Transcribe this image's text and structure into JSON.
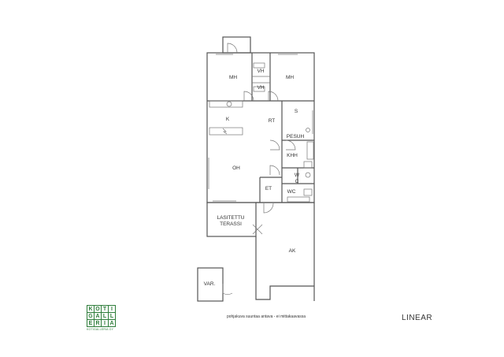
{
  "rooms": {
    "mh_left": "MH",
    "mh_right": "MH",
    "vh_top": "VH",
    "vh_bottom": "VH",
    "k": "K",
    "rt": "RT",
    "s": "S",
    "pesuh": "PESUH",
    "khh": "KHH",
    "oh": "OH",
    "wc_upper_w": "W",
    "wc_upper_c": "C",
    "et": "ET",
    "wc_lower": "WC",
    "terrace_line1": "LASITETTU",
    "terrace_line2": "TERASSI",
    "ak": "AK",
    "var": "VAR."
  },
  "caption": "pohjakuva suuntaa antava - ei mittakaavassa",
  "brand": "LINEAR",
  "logo": {
    "letters": [
      "K",
      "O",
      "T",
      "I",
      "G",
      "A",
      "L",
      "L",
      "E",
      "R",
      "I",
      "A"
    ],
    "tagline": "KOTIGALLERIA OY"
  },
  "colors": {
    "logo": "#2e7d3a",
    "wall": "#555555"
  }
}
